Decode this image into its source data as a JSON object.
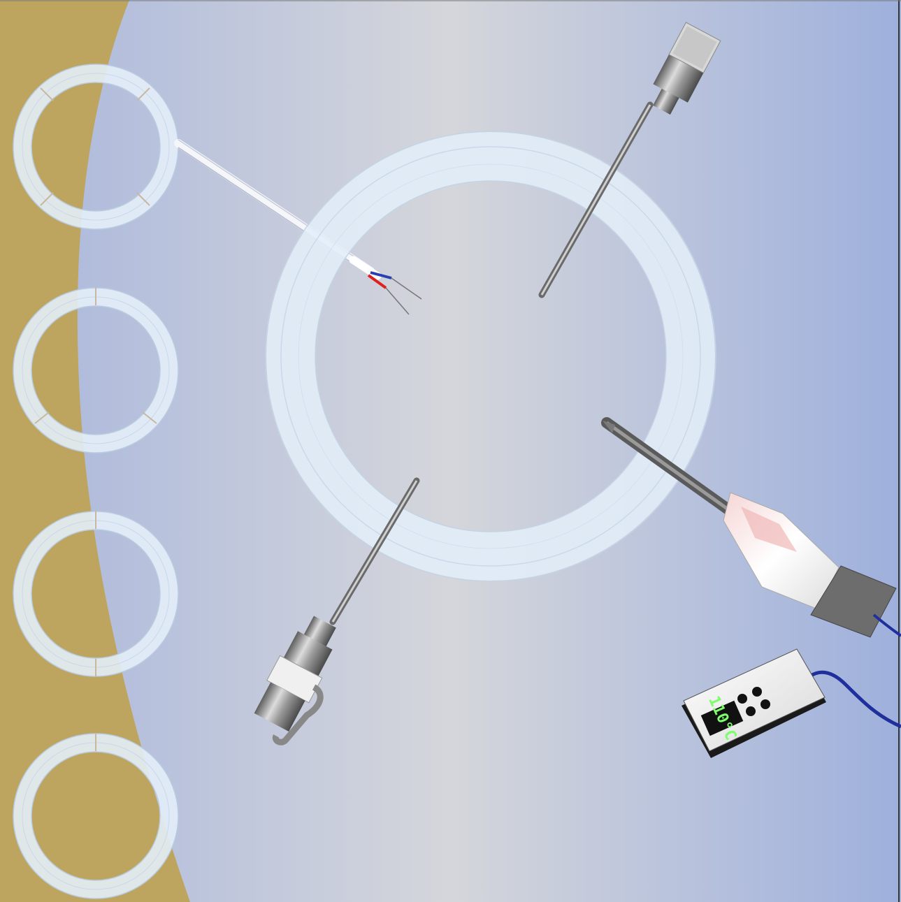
{
  "figure": {
    "type": "illustration",
    "colors": {
      "background_edge": "#9fb0dc",
      "background_center": "#d4d5da",
      "sidebar_tan": "#bda560",
      "ring_fill": "#e3eef8",
      "ring_line": "#b9ccdf",
      "probe_metal": "#8d8d8d",
      "wire_red": "#e02020",
      "wire_blue": "#2a3fb0",
      "cable_blue": "#1f2f9c",
      "meter_body": "#ffffff",
      "meter_display": "#111111",
      "display_text": "#7cff6a"
    },
    "sidebar_rings": [
      {
        "name": "ring-with-cable",
        "segments": 4
      },
      {
        "name": "ring-two-segments",
        "segments": 3
      },
      {
        "name": "ring-one-joint",
        "segments": 2
      },
      {
        "name": "ring-plain",
        "segments": 1
      }
    ],
    "central_ring": {
      "name": "large-gasket-ring"
    },
    "probes": [
      "thermocouple-wire",
      "top-right-probe",
      "bottom-left-probe",
      "handheld-probe"
    ],
    "meter": {
      "readout": "110°C",
      "button_count": 4
    }
  }
}
